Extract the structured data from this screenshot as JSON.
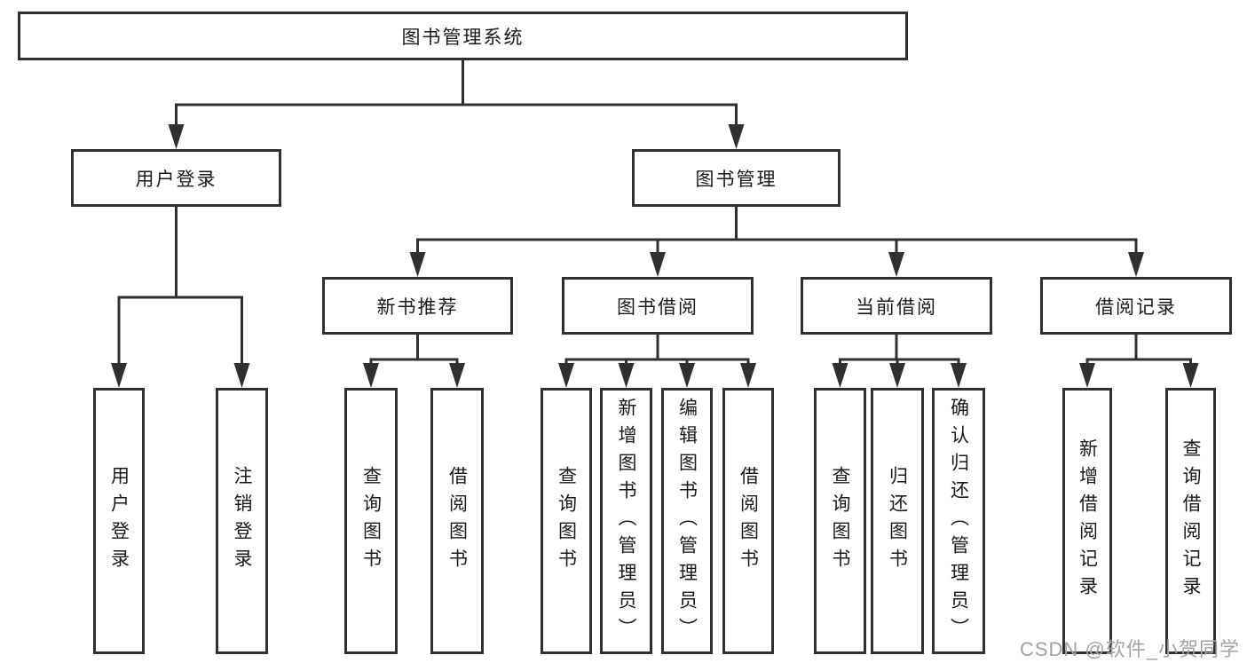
{
  "watermark": "CSDN @软件_小贺同学",
  "colors": {
    "line": "#303030",
    "text": "#1a1a1a",
    "watermark": "#a3a3a3",
    "background": "#ffffff"
  },
  "tree": {
    "root": {
      "label": "图书管理系统"
    },
    "children": [
      {
        "label": "用户登录",
        "leaves": [
          {
            "label": "用户登录"
          },
          {
            "label": "注销登录"
          }
        ]
      },
      {
        "label": "图书管理",
        "children": [
          {
            "label": "新书推荐",
            "leaves": [
              {
                "label": "查询图书"
              },
              {
                "label": "借阅图书"
              }
            ]
          },
          {
            "label": "图书借阅",
            "leaves": [
              {
                "label": "查询图书"
              },
              {
                "label": "新增图书（管理员）"
              },
              {
                "label": "编辑图书（管理员）"
              },
              {
                "label": "借阅图书"
              }
            ]
          },
          {
            "label": "当前借阅",
            "leaves": [
              {
                "label": "查询图书"
              },
              {
                "label": "归还图书"
              },
              {
                "label": "确认归还（管理员）"
              }
            ]
          },
          {
            "label": "借阅记录",
            "leaves": [
              {
                "label": "新增借阅记录"
              },
              {
                "label": "查询借阅记录"
              }
            ]
          }
        ]
      }
    ]
  }
}
